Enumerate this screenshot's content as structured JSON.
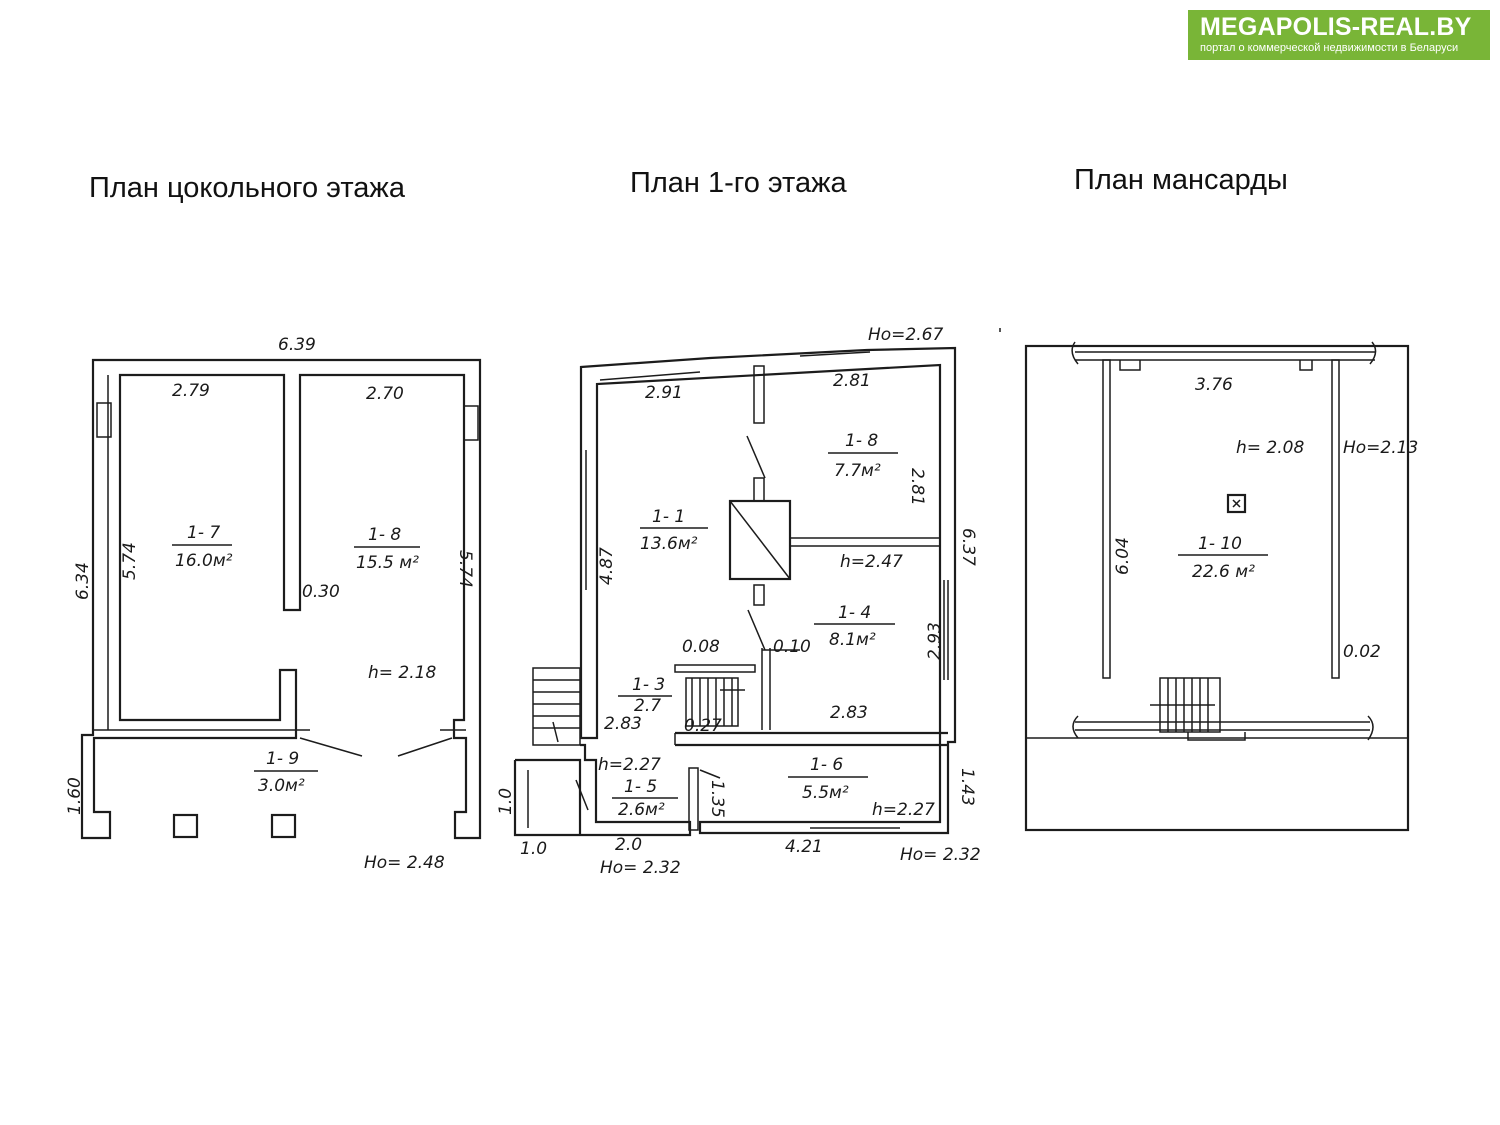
{
  "logo": {
    "title": "MEGAPOLIS-REAL.BY",
    "tagline": "портал о коммерческой недвижимости в Беларуси"
  },
  "plans": {
    "basement": {
      "title": "План цокольного этажа",
      "width_total": "6.39",
      "dim_left_room": "2.79",
      "dim_right_room": "2.70",
      "height_outer": "6.34",
      "height_left": "5.74",
      "height_right": "5.74",
      "wall_thick": "0.30",
      "ceiling": "h= 2.18",
      "porch_depth": "1.60",
      "h_outer": "Hо= 2.48",
      "rooms": [
        {
          "id": "1- 7",
          "area": "16.0м²"
        },
        {
          "id": "1- 8",
          "area": "15.5 м²"
        },
        {
          "id": "1- 9",
          "area": "3.0м²"
        }
      ]
    },
    "first_floor": {
      "title": "План 1-го этажа",
      "h_top": "Hо=2.67",
      "dim_top_left": "2.91",
      "dim_top_right": "2.81",
      "dim_side_18": "2.81",
      "dim_left_height": "4.87",
      "dim_right_height": "6.37",
      "ceiling_main": "h=2.47",
      "dim_14_height": "2.93",
      "dim_14_width": "2.83",
      "dim_008": "0.08",
      "dim_010": "0.10",
      "dim_283_small": "2.83",
      "dim_027": "0.27",
      "ceiling_bottom": "h=2.27",
      "ceiling_16": "h=2.27",
      "dim_135": "1.35",
      "dim_143": "1.43",
      "dim_10_vert": "1.0",
      "dim_10_bottom": "1.0",
      "dim_20_bottom": "2.0",
      "dim_421": "4.21",
      "h_bottom_left": "Hо= 2.32",
      "h_bottom_right": "Hо= 2.32",
      "rooms": [
        {
          "id": "1- 1",
          "area": "13.6м²"
        },
        {
          "id": "1- 8",
          "area": "7.7м²"
        },
        {
          "id": "1- 4",
          "area": "8.1м²"
        },
        {
          "id": "1- 3",
          "area": "2.7"
        },
        {
          "id": "1- 5",
          "area": "2.6м²"
        },
        {
          "id": "1- 6",
          "area": "5.5м²"
        }
      ]
    },
    "attic": {
      "title": "План мансарды",
      "dim_width": "3.76",
      "ceiling": "h= 2.08",
      "h_outer": "Hо=2.13",
      "dim_height": "6.04",
      "dim_002": "0.02",
      "rooms": [
        {
          "id": "1- 10",
          "area": "22.6 м²"
        }
      ]
    }
  }
}
